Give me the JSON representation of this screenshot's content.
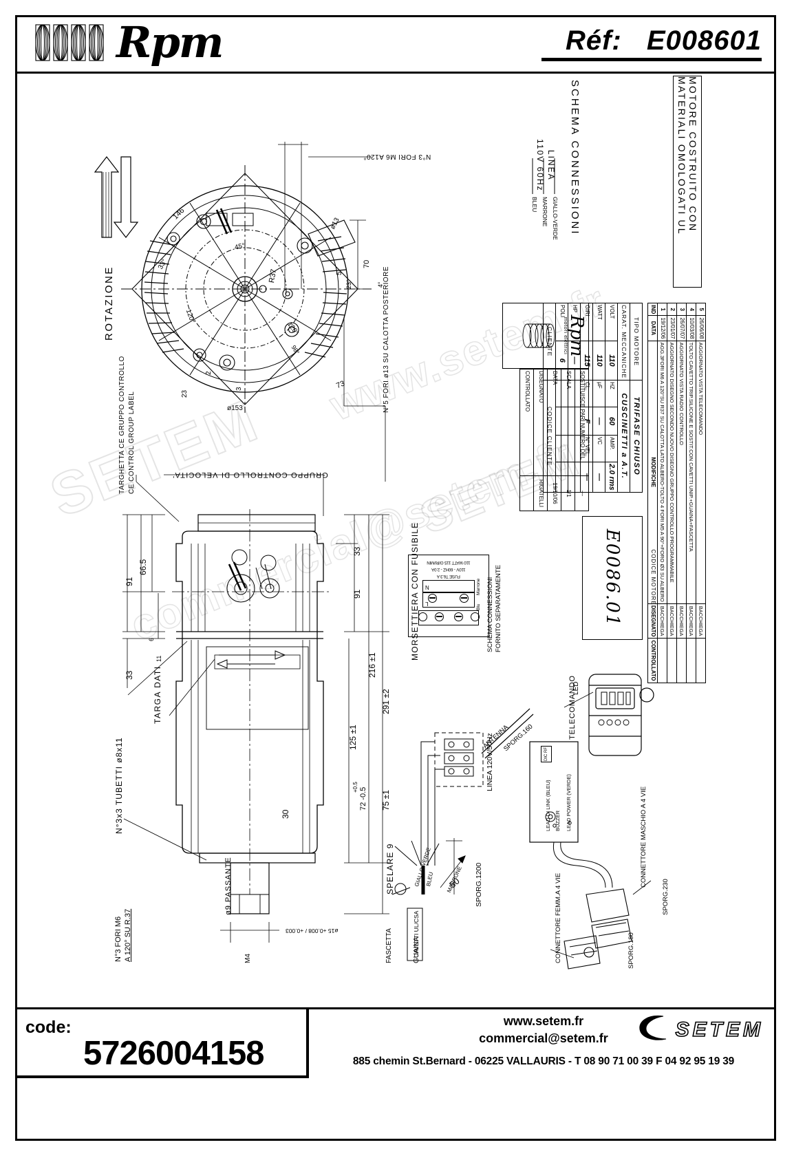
{
  "header": {
    "brand": "Rpm",
    "ref_label": "Réf:",
    "ref_value": "E008601"
  },
  "footer": {
    "code_label": "code:",
    "code_value": "5726004158",
    "website": "www.setem.fr",
    "email": "commercial@setem.fr",
    "address": "885 chemin St.Bernard  -  06225 VALLAURIS  -  T 08 90 71 00 39   F 04 92 95 19 39",
    "company": "SETEM"
  },
  "title_block": {
    "material_note": "MOTORE COSTRUITO CON MATERIALI OMOLOGATI UL",
    "revisions_header": {
      "index": "IND",
      "date": "DATA",
      "modifications": "MODIFICHE",
      "drawn": "DISEGNATO",
      "checked": "CONTROLLATO"
    },
    "revisions": [
      {
        "n": "5",
        "date": "26/06/08",
        "desc": "AGGIORNATO VISTA TELECOMANDO",
        "by": "BACCHIEGA",
        "chk": ""
      },
      {
        "n": "4",
        "date": "10/03/08",
        "desc": "TOLTO CAVETTO TRIP.SILICONE E SOSTIT.CON CAVETTI UNIP.+GUAINA+FASCETTA",
        "by": "BACCHIEGA",
        "chk": ""
      },
      {
        "n": "3",
        "date": "26/07/07",
        "desc": "AGGIORNATO VISTA RADIO CONTROLLO",
        "by": "BACCHIEGA",
        "chk": ""
      },
      {
        "n": "2",
        "date": "23/01/07",
        "desc": "AGGIORNATO DISEGNO SECONDO NUOVO DISEGNO GRUPPO CONTROLLO PROGRAMMABILE",
        "by": "BACCHIEGA",
        "chk": ""
      },
      {
        "n": "1",
        "date": "19/12/06",
        "desc": "AGG.3FORI M6 A 120°SU R37 SU CALOTTA LATO ALBERO-TOLTO 4 FORI M5 A 90°+FORO Ø3 SU ALBERO",
        "by": "BACCHIEGA",
        "chk": ""
      }
    ],
    "motor": {
      "type_header": "TIPO MOTORE",
      "type_value": "TRIFASE CHIUSO",
      "mech_header": "CARAT. MECCANICHE",
      "mech_value": "CUSCINETTI  a  A.T.",
      "rows": [
        {
          "l1": "VOLT",
          "v1": "110",
          "l2": "HZ",
          "v2": "60",
          "l3": "AMP.",
          "v3": "2.0 rms"
        },
        {
          "l1": "WATT",
          "v1": "110",
          "l2": "µF",
          "v2": "—",
          "l3": "VC",
          "v3": "—"
        },
        {
          "l1": "GIRI",
          "v1": "115",
          "l2": "CL.",
          "v2": "F",
          "l3": "N° VEL.",
          "v3": "—"
        },
        {
          "l1": "HP",
          "v1": "—",
          "l2": "",
          "v2": "",
          "l3": "",
          "v3": ""
        },
        {
          "l1": "POLI",
          "v1": "6",
          "l2": "",
          "v2": "",
          "l3": "",
          "v3": ""
        }
      ],
      "customer_label": "CLIENTE",
      "customer_code_label": "CODICE CLIENTE",
      "motor_code_label": "CODICE MOTORE",
      "motor_code": "E0086.01"
    },
    "meta": {
      "brand": "Rpm",
      "brand_sub": "motori elettrici",
      "replaces_label": "SOSTITUISCE PARI NUMERO DEL",
      "replaces_value": "—",
      "scale_label": "SCALA",
      "scale_value": "1/1",
      "date_label": "DATA",
      "date_value": "19/10/06",
      "drawn_label": "DISEGNATO",
      "drawn_value": "RIGATELLI",
      "checked_label": "CONTROLLATO",
      "checked_value": ""
    },
    "schema": {
      "title": "SCHEMA CONNESSIONI",
      "line_label": "LINEA",
      "line_value": "110V 60Hz",
      "wires": [
        "GIALLO-VERDE",
        "MARRONE",
        "BLEU"
      ]
    }
  },
  "drawing": {
    "fan_view": {
      "rotation_label": "ROTAZIONE",
      "holes_note": "N°3 FORI M6 A120°",
      "holes_note_2": "N°5 FORI ø13 SU CALOTTA POSTERIORE",
      "dims": [
        "146",
        "33°",
        "45°",
        "120°",
        "120°",
        "R37",
        "73",
        "70",
        "ø13",
        "23",
        "ø153",
        "4°",
        "23°",
        "98°",
        "2",
        "3",
        "5"
      ]
    },
    "side_view": {
      "labels": [
        "TARGHETTA CE GRUPPO CONTROLLO",
        "CE CONTROL GROUP LABEL",
        "GRUPPO CONTROLLO DI VELOCITA'",
        "TARGA DATI",
        "N°3x3 TUBETTI ø8x11",
        "N°3 FORI M6",
        "A 120° SU R.37",
        "ø9 PASSANTE",
        "M4"
      ],
      "dims": [
        "91",
        "66.5",
        "33",
        "91",
        "33",
        "6",
        "11",
        "216 ±1",
        "125 ±1",
        "291 ±2",
        "75 ±1",
        "72 -0.5",
        "+0.5",
        "30",
        "ø15 +0.008 / +0.003"
      ]
    },
    "nameplate": {
      "line1": "110 WATT   115 GIRI/MIN",
      "line2": "110V - 60HZ - 2.0A",
      "line3": "FUSE T6.3 A",
      "terminals": [
        "N",
        "L",
        "Blu",
        "Marrone"
      ],
      "note_title": "MORSETTIERA CON FUSIBILE",
      "note_sub1": "SCHEMA CONNESSIONI",
      "note_sub2": "FORNITO SEPARATAMENTE"
    },
    "wiring": {
      "labels": [
        "SPELARE 9",
        "FASCETTA",
        "GUAINA",
        "CAVETTI UL/CSA",
        "GIALLO-VERDE",
        "BLEU",
        "MARRONE",
        "50",
        "SPORG.1200",
        "LINEA 120V/50Hz",
        "ANTENNA",
        "SPORG.160",
        "TELECOMANDO",
        "LED",
        "LEAD DI LINK (BLEU)",
        "BUZZER",
        "LEAD POWER (VERDE)",
        "DIC RF",
        "CONNETTORE FEMM.A 4 VIE",
        "CONNETTORE MASCHIO A 4 VIE",
        "SPORG.180",
        "SPORG.230"
      ]
    }
  },
  "watermark": {
    "line1": "SETEM",
    "line2": "commercial@setem.fr",
    "line3": "www.setem.fr"
  }
}
